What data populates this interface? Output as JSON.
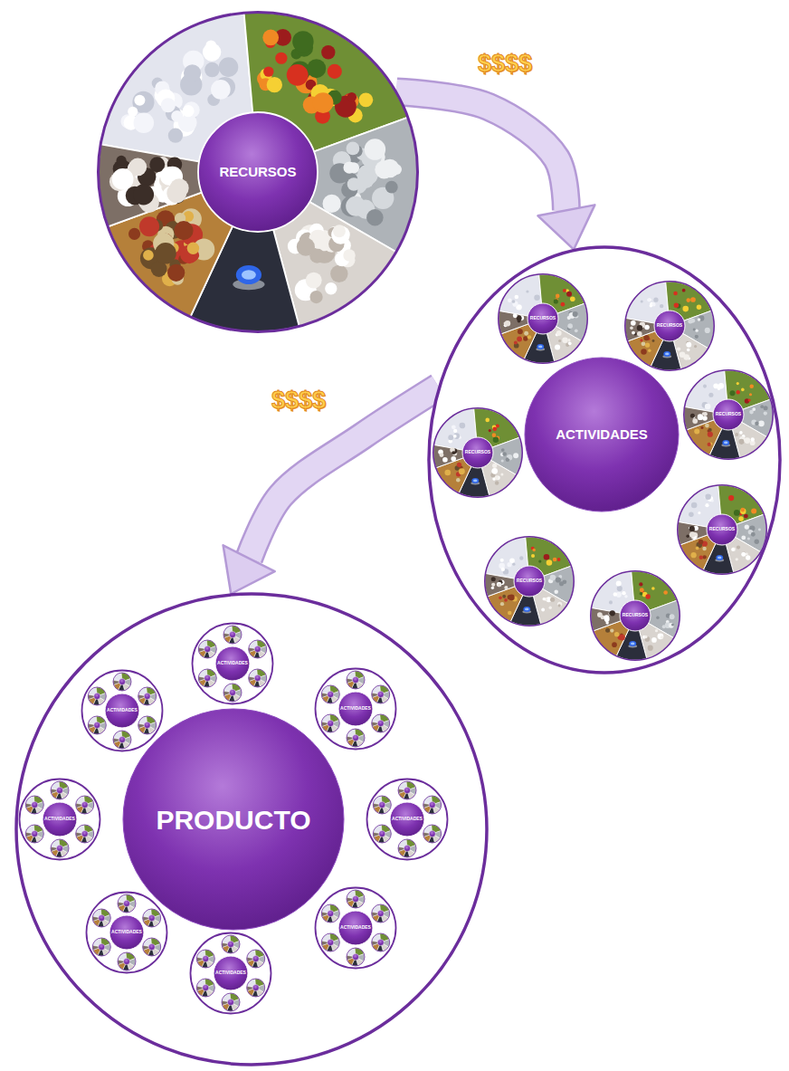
{
  "diagram": {
    "nodes": [
      {
        "text": [
          "RECURSOS"
        ]
      },
      {
        "text": [
          "ACTIVIDADES"
        ]
      },
      {
        "text": [
          "RECURSOS"
        ],
        "in": 1
      },
      {
        "text": [
          "RECURSOS"
        ],
        "in": 1
      },
      {
        "text": [
          "RECURSOS"
        ],
        "in": 1
      },
      {
        "text": [
          "RECURSOS"
        ],
        "in": 1
      },
      {
        "text": [
          "RECURSOS"
        ],
        "in": 1
      },
      {
        "text": [
          "RECURSOS"
        ],
        "in": 1
      },
      {
        "text": [
          "RECURSOS"
        ],
        "in": 1
      },
      {
        "text": [
          "PRODUCTO"
        ]
      },
      {
        "text": [
          "ACTIVIDADES"
        ],
        "in": 9
      },
      {
        "text": [
          "ACTIVIDADES"
        ],
        "in": 9
      },
      {
        "text": [
          "ACTIVIDADES"
        ],
        "in": 9
      },
      {
        "text": [
          "ACTIVIDADES"
        ],
        "in": 9
      },
      {
        "text": [
          "ACTIVIDADES"
        ],
        "in": 9
      },
      {
        "text": [
          "ACTIVIDADES"
        ],
        "in": 9
      },
      {
        "text": [
          "ACTIVIDADES"
        ],
        "in": 9
      },
      {
        "text": [
          "ACTIVIDADES"
        ],
        "in": 9
      }
    ],
    "edges": [
      {
        "from": 0,
        "to": 1,
        "arrow": "to",
        "label": "$$$$"
      },
      {
        "from": 1,
        "to": 9,
        "arrow": "to",
        "label": "$$$$"
      }
    ]
  }
}
